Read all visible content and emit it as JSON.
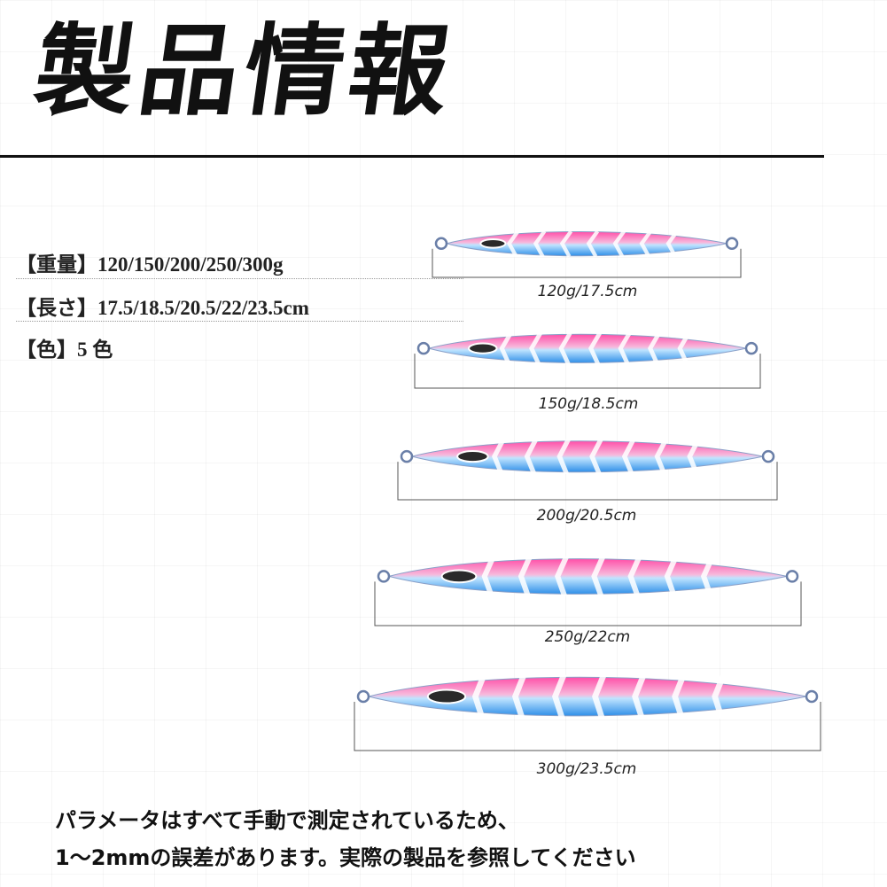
{
  "title": "製品情報",
  "specs": [
    {
      "label": "【重量】",
      "value": "120/150/200/250/300g"
    },
    {
      "label": "【長さ】",
      "value": "17.5/18.5/20.5/22/23.5cm"
    },
    {
      "label": "【色】",
      "value": "5 色"
    }
  ],
  "jigs": [
    {
      "caption": "120g/17.5cm"
    },
    {
      "caption": "150g/18.5cm"
    },
    {
      "caption": "200g/20.5cm"
    },
    {
      "caption": "250g/22cm"
    },
    {
      "caption": "300g/23.5cm"
    }
  ],
  "note": {
    "line1": "パラメータはすべて手動で測定されているため、",
    "line2": "1〜2mmの誤差があります。実際の製品を参照してください"
  },
  "colors": {
    "pink": "#ff4fa8",
    "blue": "#2f8fe8",
    "text": "#111111"
  }
}
